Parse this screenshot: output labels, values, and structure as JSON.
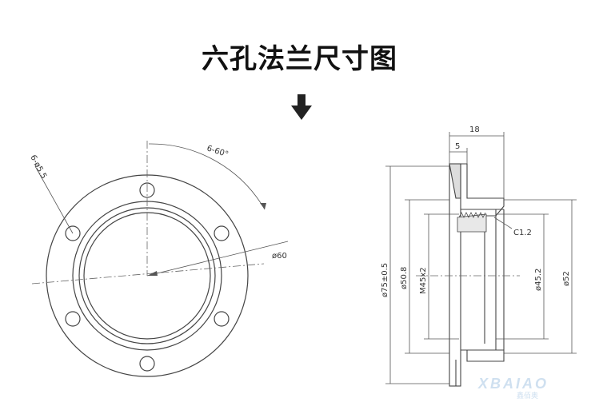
{
  "title": "六孔法兰尺寸图",
  "front_view": {
    "holes_label": "6-ø5.5",
    "angle_label": "6-60°",
    "pcd_label": "ø60"
  },
  "side_view": {
    "dim_18": "18",
    "dim_5": "5",
    "chamfer": "C1.2",
    "od": "ø75±0.5",
    "d50": "ø50.8",
    "thread": "M45x2",
    "d45": "ø45.2",
    "d52": "ø52"
  },
  "watermark": {
    "brand": "XBAIAO",
    "sub": "鑫佰奥"
  }
}
